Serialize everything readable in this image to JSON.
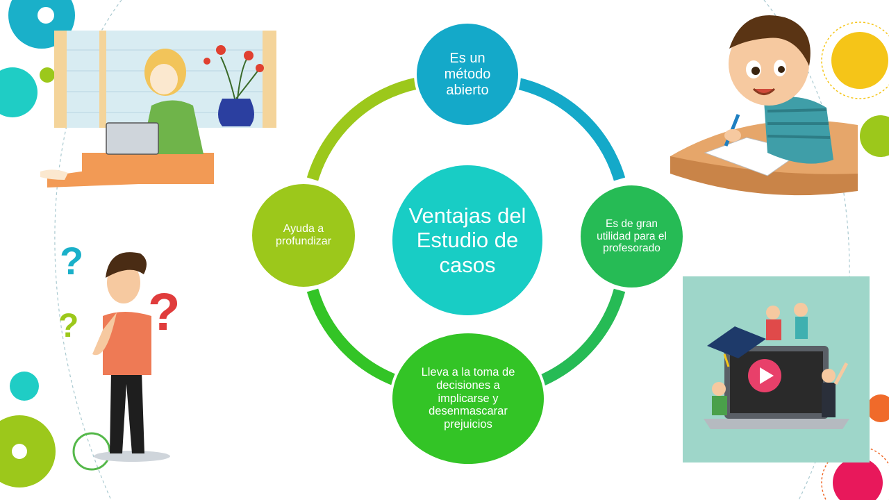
{
  "diagram": {
    "center": {
      "label": "Ventajas del Estudio de casos",
      "color": "#18cdc5"
    },
    "nodes": [
      {
        "id": "top",
        "label": "Es un método abierto",
        "color": "#14a9c9"
      },
      {
        "id": "right",
        "label": "Es de gran utilidad para el profesorado",
        "color": "#26bb55"
      },
      {
        "id": "bottom",
        "label": "Lleva a la toma de decisiones a implicarse y desenmascarar prejuicios",
        "color": "#33c426"
      },
      {
        "id": "left",
        "label": "Ayuda a profundizar",
        "color": "#9cc81b"
      }
    ],
    "ring_colors": [
      "#14a9c9",
      "#26bb55",
      "#33c426",
      "#9cc81b"
    ]
  },
  "illustrations": [
    {
      "name": "woman-laptop-illustration"
    },
    {
      "name": "boy-writing-illustration"
    },
    {
      "name": "thinking-man-illustration"
    },
    {
      "name": "online-class-illustration"
    }
  ],
  "decor_colors": [
    "#1ab0c9",
    "#9cc81b",
    "#f5c518",
    "#e8185b",
    "#f06a2a",
    "#1fcdc5"
  ]
}
